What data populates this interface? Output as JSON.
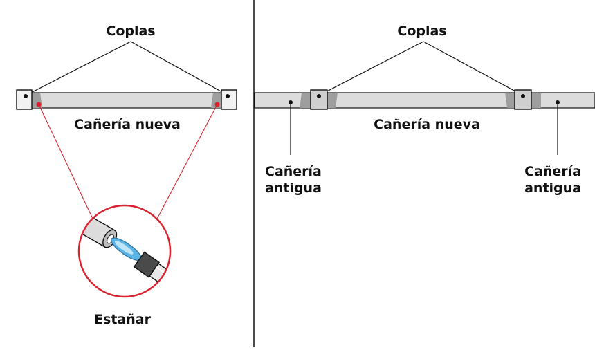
{
  "left_panel": {
    "top_label": "Coplas",
    "pipe_label": "Cañería nueva",
    "bottom_label": "Estañar"
  },
  "right_panel": {
    "top_label": "Coplas",
    "pipe_label": "Cañería nueva",
    "old_pipe_left": [
      "Cañería",
      "antigua"
    ],
    "old_pipe_right": [
      "Cañería",
      "antigua"
    ]
  },
  "colors": {
    "pipe_fill": "#dcdcdc",
    "coupling_dark": "#9e9e9e",
    "highlight_red": "#d9232e",
    "torch_blue": "#5ab4e6",
    "line": "#111111"
  }
}
